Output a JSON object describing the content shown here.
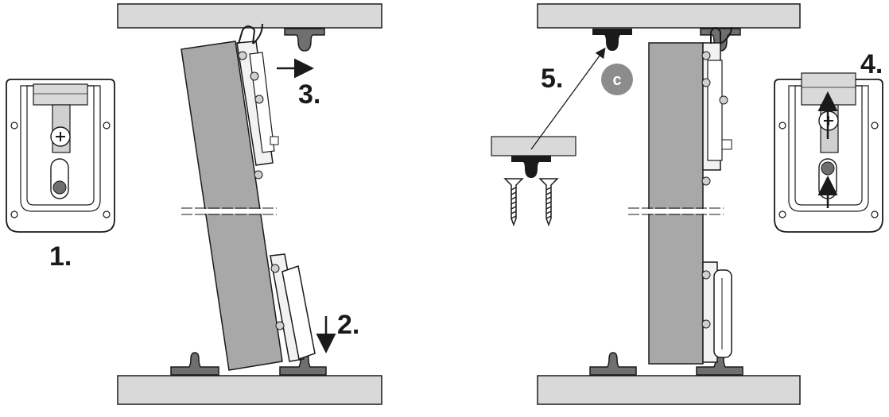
{
  "steps": {
    "step1": "1.",
    "step2": "2.",
    "step3": "3.",
    "step4": "4.",
    "step5": "5."
  },
  "badge": {
    "text": "c"
  },
  "colors": {
    "panel": "#a8a8a8",
    "rail": "#d9d9d9",
    "dark": "#1a1a1a",
    "metal": "#f2f2f2",
    "badge": "#8c8c8c"
  },
  "icons": [
    "mounting-plate-icon",
    "screw-icon",
    "track-clip-icon",
    "arrow-icon"
  ]
}
